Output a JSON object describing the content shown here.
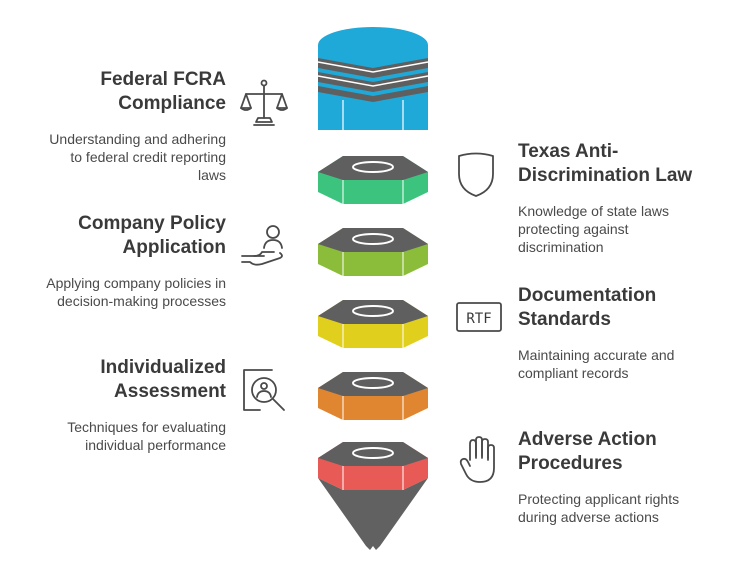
{
  "left_items": [
    {
      "title": "Federal FCRA Compliance",
      "desc": "Understanding and adhering to federal credit reporting laws",
      "icon": "scales-icon"
    },
    {
      "title": "Company Policy Application",
      "desc": "Applying company policies in decision-making processes",
      "icon": "hand-person-icon"
    },
    {
      "title": "Individualized Assessment",
      "desc": "Techniques for evaluating individual performance",
      "icon": "magnify-person-icon"
    }
  ],
  "right_items": [
    {
      "title": "Texas Anti-Discrimination Law",
      "desc": "Knowledge of state laws protecting against discrimination",
      "icon": "shield-icon"
    },
    {
      "title": "Documentation Standards",
      "desc": "Maintaining accurate and compliant records",
      "icon": "rtf-file-icon",
      "icon_text": "RTF"
    },
    {
      "title": "Adverse Action Procedures",
      "desc": "Protecting applicant rights during adverse actions",
      "icon": "hand-stop-icon"
    }
  ],
  "colors": {
    "cylinder": "#1fa9d9",
    "segment_green": "#3cc47f",
    "segment_lime": "#8bbd3a",
    "segment_yellow": "#e0cf1c",
    "segment_orange": "#e08530",
    "segment_red": "#e85a55",
    "cap": "#5f5f5f",
    "tip": "#616161"
  }
}
